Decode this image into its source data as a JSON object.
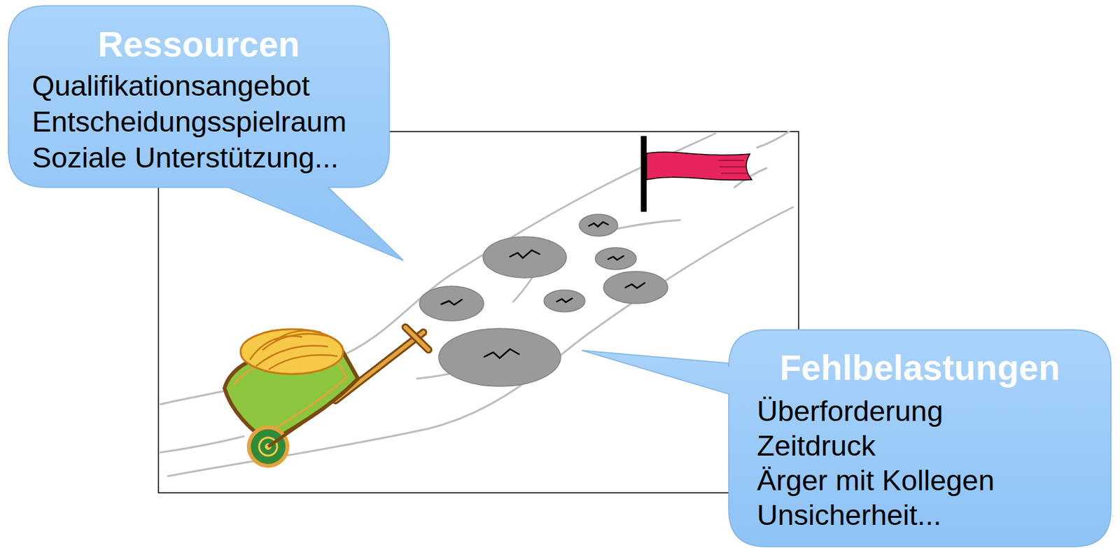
{
  "diagram": {
    "nodes": [
      {
        "text": [
          "Ressourcen",
          "Qualifikationsangebot",
          "Entscheidungsspielraum",
          "Soziale Unterstützung..."
        ]
      },
      {
        "text": [
          "Fehlbelastungen",
          "Überforderung",
          "Zeitdruck",
          "Ärger mit Kollegen",
          "Unsicherheit..."
        ]
      }
    ]
  }
}
